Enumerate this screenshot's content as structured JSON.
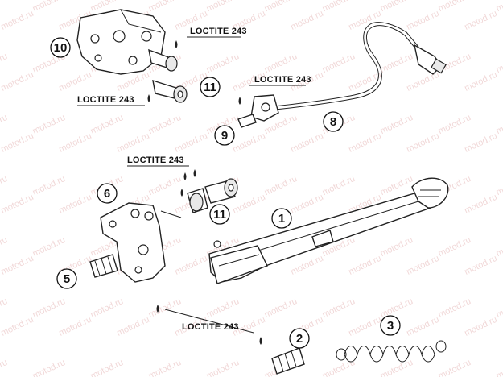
{
  "watermark": "motod.ru",
  "callouts": {
    "part1": "1",
    "part2": "2",
    "part3": "3",
    "part5": "5",
    "part6": "6",
    "part8": "8",
    "part9": "9",
    "part10": "10",
    "part11_upper": "11",
    "part11_lower": "11"
  },
  "loctite_labels": {
    "top_right": "LOCTITE 243",
    "middle_right": "LOCTITE 243",
    "upper_left": "LOCTITE 243",
    "middle_left": "LOCTITE 243",
    "bottom": "LOCTITE 243"
  },
  "colors": {
    "line": "#222222",
    "watermark": "#e6b9b9",
    "background": "#ffffff"
  }
}
